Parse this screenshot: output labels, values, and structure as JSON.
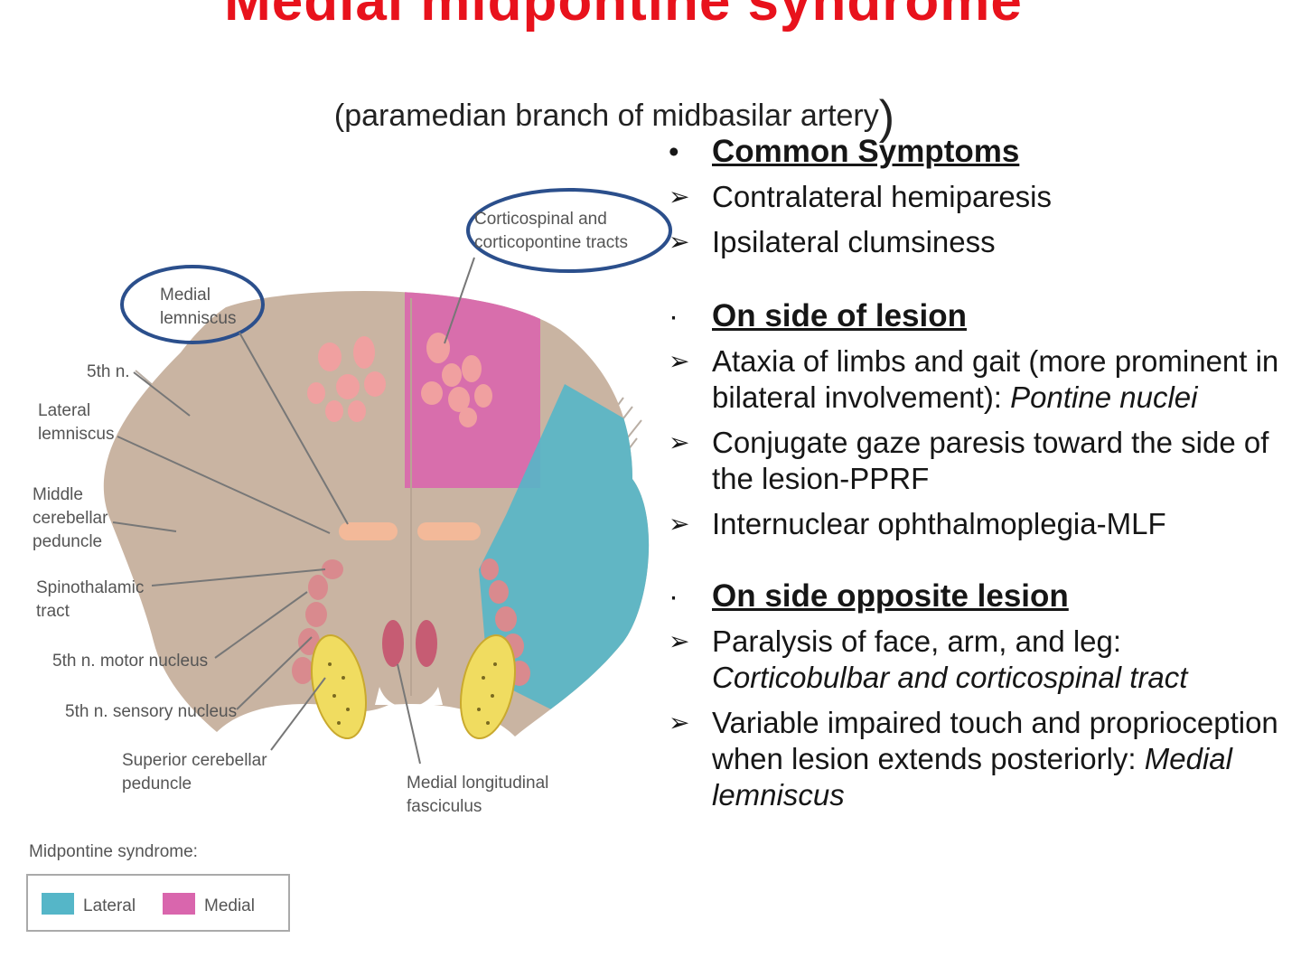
{
  "slide": {
    "title": "Medial midpontine syndrome",
    "subtitle": "(paramedian branch of midbasilar artery",
    "subtitle_close": ")"
  },
  "diagram": {
    "labels": {
      "corticospinal_1": "Corticospinal and",
      "corticospinal_2": "corticopontine tracts",
      "medial_lemniscus_1": "Medial",
      "medial_lemniscus_2": "lemniscus",
      "fifth_n": "5th n.",
      "lateral_lemniscus_1": "Lateral",
      "lateral_lemniscus_2": "lemniscus",
      "middle_cerebellar_1": "Middle",
      "middle_cerebellar_2": "cerebellar",
      "middle_cerebellar_3": "peduncle",
      "spinothalamic_1": "Spinothalamic",
      "spinothalamic_2": "tract",
      "motor_nucleus": "5th n. motor nucleus",
      "sensory_nucleus": "5th n. sensory nucleus",
      "superior_cerebellar_1": "Superior cerebellar",
      "superior_cerebellar_2": "peduncle",
      "mlf_1": "Medial longitudinal",
      "mlf_2": "fasciculus"
    },
    "legend": {
      "title": "Midpontine syndrome:",
      "lateral": "Lateral",
      "medial": "Medial"
    },
    "colors": {
      "pons": "#c9b4a2",
      "medial": "#d966ad",
      "lateral": "#55b6c8",
      "nuclei": "#f0a0a0",
      "lemniscus": "#f3b999",
      "sensory": "#f0dc60",
      "circle": "#2b4f8c"
    }
  },
  "content": {
    "sections": [
      {
        "bullet": "•",
        "heading": "Common Symptoms",
        "items": [
          {
            "text": "Contralateral hemiparesis",
            "italic": ""
          },
          {
            "text": "Ipsilateral clumsiness",
            "italic": ""
          }
        ]
      },
      {
        "bullet": "·",
        "heading": "On side of lesion",
        "items": [
          {
            "text": "Ataxia of limbs and gait (more prominent in bilateral involvement): ",
            "italic": "Pontine nuclei"
          },
          {
            "text": "Conjugate gaze paresis toward the side of the lesion-PPRF",
            "italic": ""
          },
          {
            "text": "Internuclear ophthalmoplegia-MLF",
            "italic": ""
          }
        ]
      },
      {
        "bullet": "·",
        "heading": "On side opposite lesion",
        "items": [
          {
            "text": "Paralysis of face, arm, and leg: ",
            "italic": "Corticobulbar and corticospinal tract"
          },
          {
            "text": "Variable impaired touch and proprioception when lesion extends posteriorly: ",
            "italic": "Medial lemniscus"
          }
        ]
      }
    ],
    "item_marker": "➢"
  }
}
